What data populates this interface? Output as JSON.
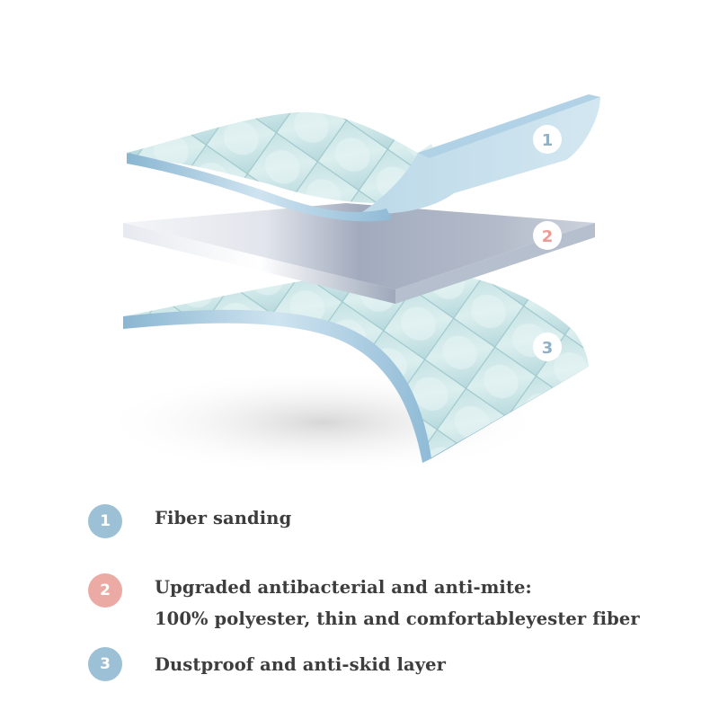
{
  "diagram": {
    "colors": {
      "layer_edge_blue": "#8fbad6",
      "quilt_light": "#d8ecee",
      "quilt_mid": "#bcdcdf",
      "quilt_shadow": "#9fc9cf",
      "membrane_light": "#f2f3f7",
      "membrane_dark": "#99a3b6",
      "badge_blue": "#9cc0d5",
      "badge_pink": "#ecaaa4",
      "badge_number_blue": "#8fb0c6",
      "badge_number_pink": "#ee9a94",
      "text": "#3d3d3d"
    },
    "layers": [
      {
        "number": "1",
        "name": "top-quilted-layer"
      },
      {
        "number": "2",
        "name": "middle-membrane-layer"
      },
      {
        "number": "3",
        "name": "bottom-quilted-layer"
      }
    ]
  },
  "legend": [
    {
      "number": "1",
      "lines": [
        "Fiber sanding"
      ]
    },
    {
      "number": "2",
      "lines": [
        "Upgraded antibacterial and anti-mite:",
        "100% polyester, thin and comfortableyester fiber"
      ]
    },
    {
      "number": "3",
      "lines": [
        "Dustproof and anti-skid layer"
      ]
    }
  ]
}
